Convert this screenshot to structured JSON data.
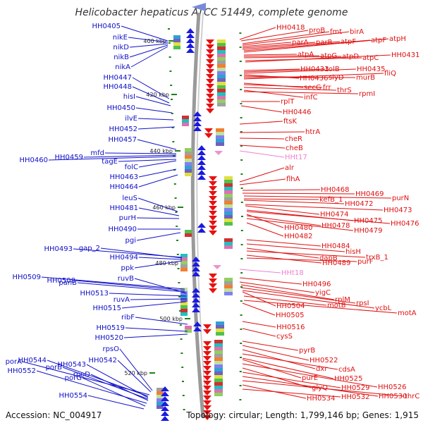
{
  "title": "Helicobacter hepaticus ATCC 51449, complete genome",
  "footer": {
    "accession": "Accession: NC_004917",
    "summary": "Topology: circular; Length: 1,799,146 bp; Genes: 1,915"
  },
  "kbp_ticks": [
    "400 kbp",
    "420 kbp",
    "440 kbp",
    "460 kbp",
    "480 kbp",
    "500 kbp",
    "520 kbp"
  ],
  "colors": {
    "left_labels": "#1010c8",
    "right_labels": "#e01010",
    "rna_labels": "#f080d0",
    "ticks": "#208020",
    "backbone": "#888888"
  },
  "left_genes": [
    "HH0405",
    "nikE",
    "nikD",
    "nikB",
    "nikA",
    "HH0447",
    "HH0448",
    "hisI",
    "HH0450",
    "ilvE",
    "HH0452",
    "HH0457",
    "mfd",
    "HH0459",
    "HH0460",
    "tagE",
    "folC",
    "HH0463",
    "HH0464",
    "leuS",
    "HH0481",
    "purH",
    "HH0490",
    "pgi",
    "HH0493",
    "gap_2",
    "HH0494",
    "ppk",
    "HH0509",
    "HH0508",
    "panB",
    "ruvB",
    "HH0513",
    "ruvA",
    "HH0515",
    "ribF",
    "HH0519",
    "HH0520",
    "rpsO",
    "HH0542",
    "porA",
    "HH0544",
    "HH0543",
    "porB",
    "rpoD",
    "HH0552",
    "porG",
    "HH0554"
  ],
  "right_genes": [
    "HH0418",
    "proB",
    "fmt",
    "birA",
    "parA",
    "parB",
    "atpF",
    "atpF",
    "atpH",
    "atpA",
    "atpG",
    "atpD",
    "atpC",
    "HH0431",
    "HH0433",
    "tolB",
    "HH0435",
    "HH0436",
    "slyD",
    "murB",
    "fliQ",
    "secG",
    "frr",
    "thrS",
    "infC",
    "rpmI",
    "rplT",
    "HH0446",
    "ftsK",
    "htrA",
    "cheR",
    "cheB",
    "HHt17",
    "alr",
    "flhA",
    "HH0468",
    "HH0469",
    "purN",
    "kefB_1",
    "HH0472",
    "HH0473",
    "HH0474",
    "HH0475",
    "HH0476",
    "HH0480",
    "HH0478",
    "HH0479",
    "HH0482",
    "HH0484",
    "hisH",
    "dapB",
    "trxB_1",
    "HH0489",
    "purF",
    "HHt18",
    "HH0496",
    "yigC",
    "rplM",
    "rpsI",
    "ycbL",
    "HH0504",
    "motB",
    "motA",
    "HH0505",
    "HH0516",
    "cysS",
    "pyrB",
    "HH0522",
    "dxr",
    "cdsA",
    "HH0525",
    "purE",
    "HH0526",
    "glyQ",
    "HH0529",
    "HH0530",
    "thrC",
    "HH0534",
    "HH0532"
  ]
}
